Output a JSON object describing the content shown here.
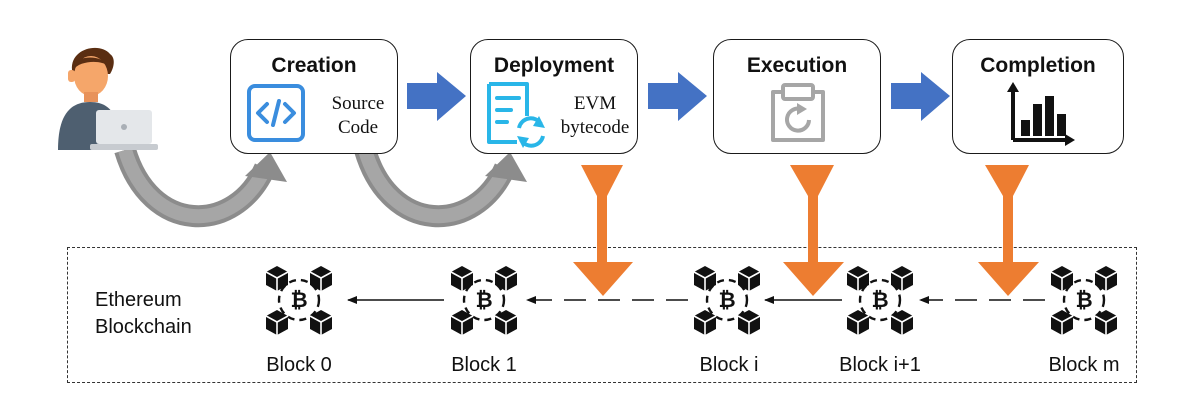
{
  "diagram": {
    "stages": [
      {
        "title": "Creation",
        "subtitle_line1": "Source",
        "subtitle_line2": "Code",
        "icon": "code-icon"
      },
      {
        "title": "Deployment",
        "subtitle_line1": "EVM",
        "subtitle_line2": "bytecode",
        "icon": "document-sync-icon"
      },
      {
        "title": "Execution",
        "icon": "clipboard-refresh-icon"
      },
      {
        "title": "Completion",
        "icon": "bar-chart-icon"
      }
    ],
    "actor": {
      "icon": "developer-laptop-icon"
    },
    "blockchain": {
      "label_line1": "Ethereum",
      "label_line2": "Blockchain",
      "blocks": [
        "Block 0",
        "Block 1",
        "Block i",
        "Block i+1",
        "Block m"
      ],
      "block_icon": "bitcoin-block-cluster-icon"
    },
    "colors": {
      "flow_arrow": "#4472C4",
      "record_arrow": "#ED7D31",
      "curved_arrow": "#8C8C8C",
      "code_icon": "#3A8DDE",
      "sync_icon": "#29B6E8"
    }
  }
}
